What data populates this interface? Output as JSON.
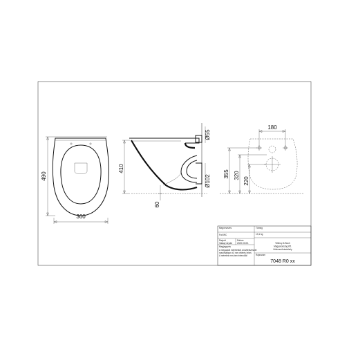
{
  "dimensions": {
    "top_width": "360",
    "top_depth": "490",
    "side_height": "410",
    "pipe_top": "Ø55",
    "pipe_bottom": "Ø102",
    "floor_gap": "60",
    "rear_width": "180",
    "rear_h1": "355",
    "rear_h2": "320",
    "rear_h3": "220"
  },
  "title_block": {
    "name_label": "Megnevezés",
    "name_value": "Fali WC",
    "mass_label": "Tömeg",
    "mass_value": "13,1 kg",
    "drawn_label": "Rajzolt",
    "drawn_value": "Valaay Árpád",
    "date_label": "Dátum",
    "date_value": "2020.03.05.",
    "note_label": "Megjegyzés",
    "note_line1": "A megadott méretektől a kivitelezésnél",
    "note_line2": "maximálisan ±3 mm eltérés lehet.",
    "note_line3": "A méretek mm-ben értendők!",
    "company_line1": "Villeroy & Boch",
    "company_line2": "Magyarország Kft.",
    "company_line3": "Hódmezővásárhely",
    "drawing_no_label": "Rajzszám",
    "drawing_no_value": "7048 R0 xx"
  }
}
